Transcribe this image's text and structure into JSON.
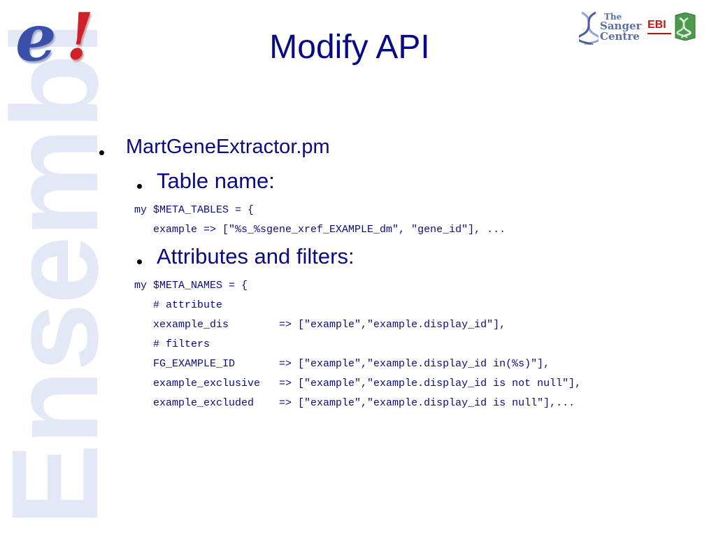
{
  "watermark": "Ensembl",
  "logo": {
    "e": "e",
    "exclaim": "!"
  },
  "title": "Modify API",
  "sanger": {
    "line1": "The",
    "line2": "Sanger",
    "line3": "Centre"
  },
  "ebi": {
    "text": "EBI"
  },
  "colors": {
    "text": "#0b0a86",
    "watermark": "#e3e8f7",
    "logo_blue": "#3a4fa8",
    "logo_red": "#d0202a"
  },
  "content": {
    "item1": "MartGeneExtractor.pm",
    "sub1": "Table name:",
    "code1": [
      "my $META_TABLES = {",
      "   example => [\"%s_%sgene_xref_EXAMPLE_dm\", \"gene_id\"], ..."
    ],
    "sub2": "Attributes and filters:",
    "code2": [
      "my $META_NAMES = {",
      "   # attribute",
      "   xexample_dis        => [\"example\",\"example.display_id\"],",
      "   # filters",
      "   FG_EXAMPLE_ID       => [\"example\",\"example.display_id in(%s)\"],",
      "   example_exclusive   => [\"example\",\"example.display_id is not null\"],",
      "   example_excluded    => [\"example\",\"example.display_id is null\"],..."
    ]
  }
}
